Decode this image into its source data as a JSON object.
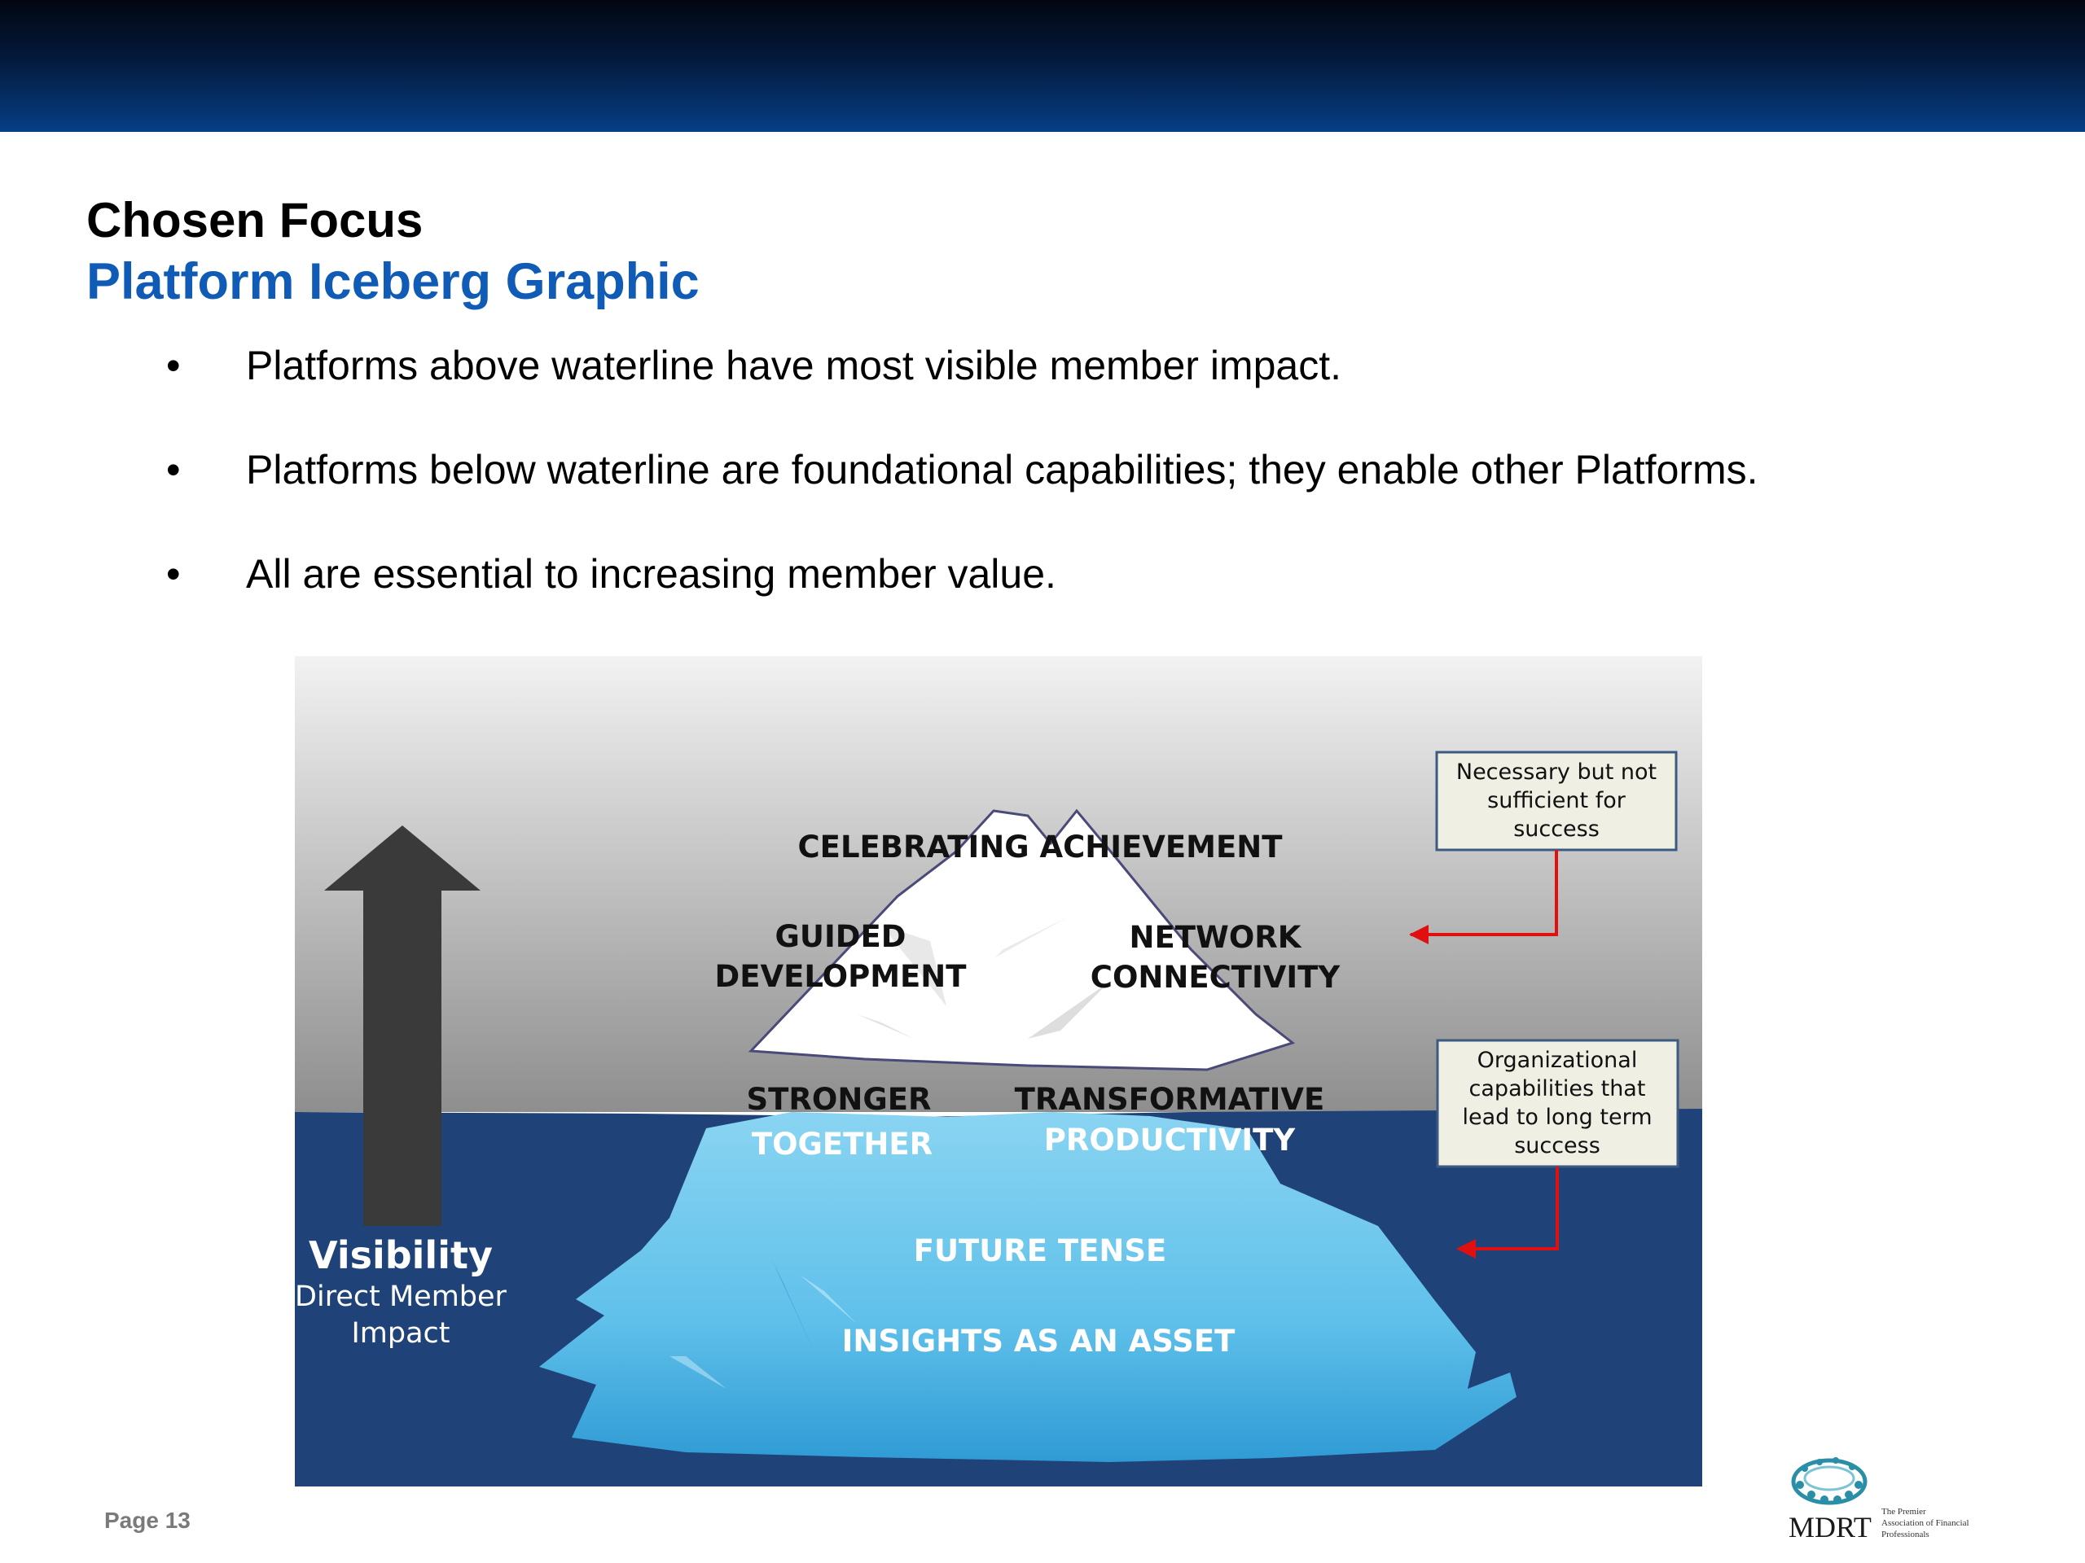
{
  "header": {
    "title": "Chosen Focus",
    "subtitle": "Platform Iceberg Graphic"
  },
  "bullets": [
    {
      "marker": "•",
      "text": "Platforms above waterline have most visible member impact."
    },
    {
      "marker": "•",
      "text": "Platforms below waterline are foundational capabilities; they enable other Platforms."
    },
    {
      "marker": "•",
      "text": "All are essential to increasing member value."
    }
  ],
  "diagram": {
    "above_water": {
      "top": "CELEBRATING ACHIEVEMENT",
      "left_line1": "GUIDED",
      "left_line2": "DEVELOPMENT",
      "right_line1": "NETWORK",
      "right_line2": "CONNECTIVITY"
    },
    "waterline": {
      "left_line1": "STRONGER",
      "left_line2": "TOGETHER",
      "right_line1": "TRANSFORMATIVE",
      "right_line2": "PRODUCTIVITY"
    },
    "below_water": {
      "upper": "FUTURE TENSE",
      "lower": "INSIGHTS AS AN ASSET"
    },
    "visibility": {
      "title": "Visibility",
      "line1": "Direct Member",
      "line2": "Impact"
    },
    "callout_top": {
      "line1": "Necessary but not",
      "line2": "sufficient for",
      "line3": "success"
    },
    "callout_bottom": {
      "line1": "Organizational",
      "line2": "capabilities that",
      "line3": "lead to long term",
      "line4": "success"
    },
    "colors": {
      "sky_top": "#f2f2f2",
      "sky_bottom": "#8e8e8e",
      "water": "#1f4378",
      "ice_above": "#ffffff",
      "ice_below": "#5fc0ea",
      "arrow": "#3a3a3a",
      "callout_bg": "#f0efe4",
      "connector": "#e01010"
    }
  },
  "footer": {
    "page": "Page 13",
    "logo_text": "MDRT",
    "logo_tagline_1": "The Premier",
    "logo_tagline_2": "Association of Financial",
    "logo_tagline_3": "Professionals"
  }
}
